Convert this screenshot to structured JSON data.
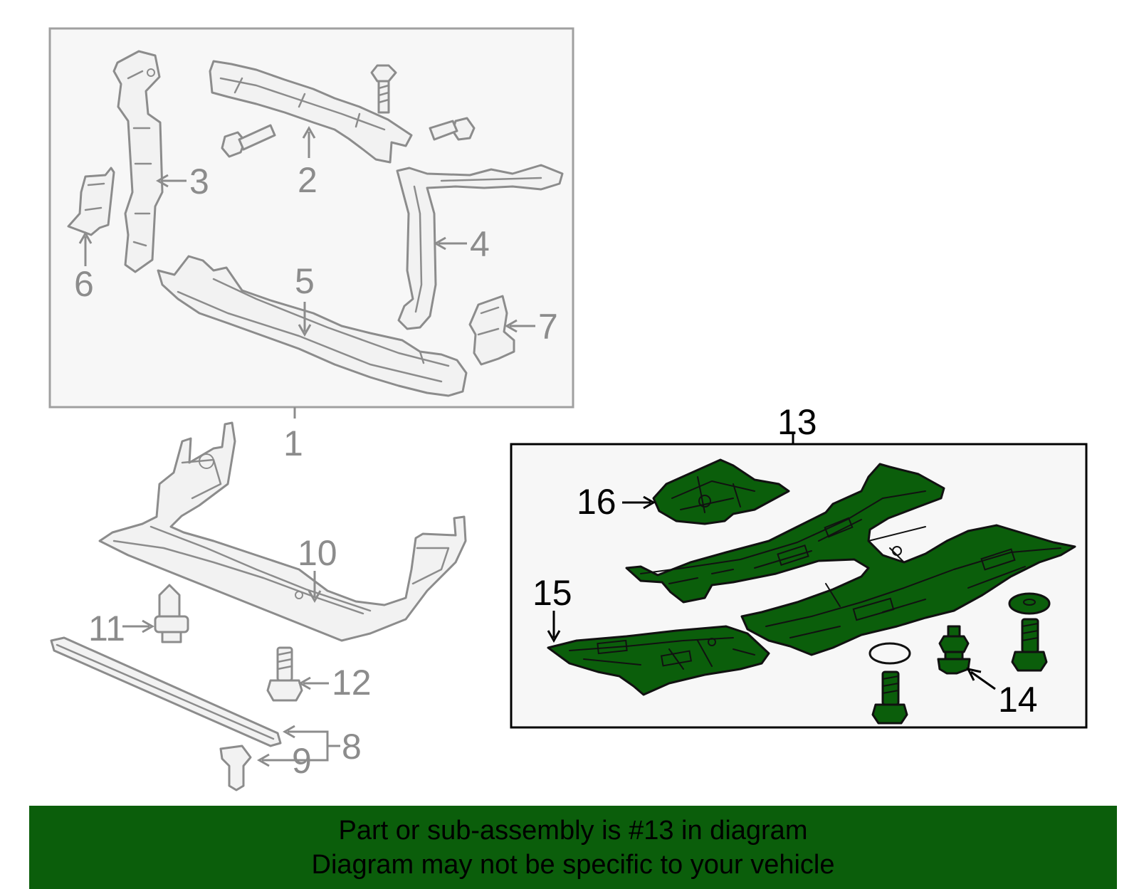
{
  "diagram": {
    "callouts": [
      {
        "id": "1",
        "label": "1"
      },
      {
        "id": "2",
        "label": "2"
      },
      {
        "id": "3",
        "label": "3"
      },
      {
        "id": "4",
        "label": "4"
      },
      {
        "id": "5",
        "label": "5"
      },
      {
        "id": "6",
        "label": "6"
      },
      {
        "id": "7",
        "label": "7"
      },
      {
        "id": "8",
        "label": "8"
      },
      {
        "id": "9",
        "label": "9"
      },
      {
        "id": "10",
        "label": "10"
      },
      {
        "id": "11",
        "label": "11"
      },
      {
        "id": "12",
        "label": "12"
      },
      {
        "id": "13",
        "label": "13"
      },
      {
        "id": "14",
        "label": "14"
      },
      {
        "id": "15",
        "label": "15"
      },
      {
        "id": "16",
        "label": "16"
      }
    ],
    "highlighted_assembly": "13",
    "colors": {
      "highlight_fill": "#0b5e0b",
      "inactive_stroke": "#8c8c8c",
      "inactive_fill": "#f2f2f2",
      "group_box_inactive": "#a0a0a0",
      "group_box_active": "#000000"
    }
  },
  "banner": {
    "line1": "Part or sub-assembly is #13 in diagram",
    "line2": "Diagram may not be specific to your vehicle"
  }
}
